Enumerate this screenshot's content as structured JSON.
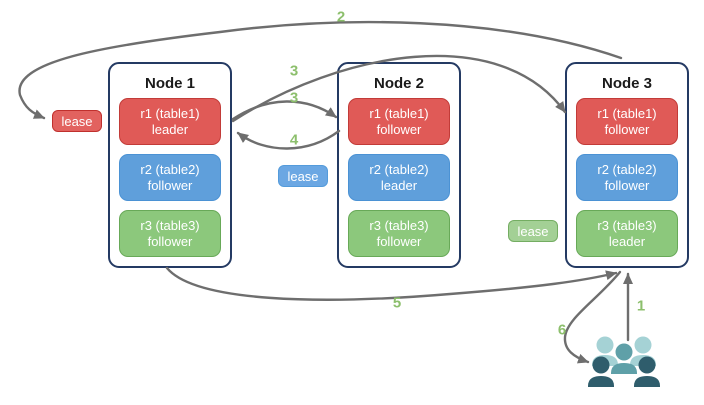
{
  "diagram": {
    "nodes": [
      {
        "title": "Node 1",
        "replicas": [
          {
            "name": "r1 (table1)",
            "role": "leader",
            "color": "red"
          },
          {
            "name": "r2 (table2)",
            "role": "follower",
            "color": "blue"
          },
          {
            "name": "r3 (table3)",
            "role": "follower",
            "color": "green"
          }
        ]
      },
      {
        "title": "Node 2",
        "replicas": [
          {
            "name": "r1 (table1)",
            "role": "follower",
            "color": "red"
          },
          {
            "name": "r2 (table2)",
            "role": "leader",
            "color": "blue"
          },
          {
            "name": "r3 (table3)",
            "role": "follower",
            "color": "green"
          }
        ]
      },
      {
        "title": "Node 3",
        "replicas": [
          {
            "name": "r1 (table1)",
            "role": "follower",
            "color": "red"
          },
          {
            "name": "r2 (table2)",
            "role": "follower",
            "color": "blue"
          },
          {
            "name": "r3 (table3)",
            "role": "leader",
            "color": "green"
          }
        ]
      }
    ],
    "leases": [
      {
        "label": "lease",
        "color": "red"
      },
      {
        "label": "lease",
        "color": "blue"
      },
      {
        "label": "lease",
        "color": "green"
      }
    ],
    "steps": {
      "s1": "1",
      "s2": "2",
      "s3a": "3",
      "s3b": "3",
      "s4": "4",
      "s5": "5",
      "s6": "6"
    },
    "icons": {
      "clients": "users-group-icon"
    }
  },
  "colors": {
    "red_fill": "#E05A57",
    "red_border": "#C23B38",
    "blue_fill": "#5F9FDB",
    "blue_border": "#4B92D4",
    "green_fill": "#8CC87C",
    "green_border": "#68A958",
    "lease_red_fill": "#E2625F",
    "lease_red_border": "#C0302D",
    "lease_blue_fill": "#6BA7E3",
    "lease_blue_border": "#549BDB",
    "lease_green_fill": "#A3D095",
    "lease_green_border": "#74AD62",
    "node_border": "#243A63",
    "arrow_color": "#6E6E6E",
    "step_label": "#8CBF6C",
    "title_text": "#1A1A1A",
    "users_light": "#A5D2D5",
    "users_mid": "#5FA0A8",
    "users_dark": "#2F5D6C"
  }
}
